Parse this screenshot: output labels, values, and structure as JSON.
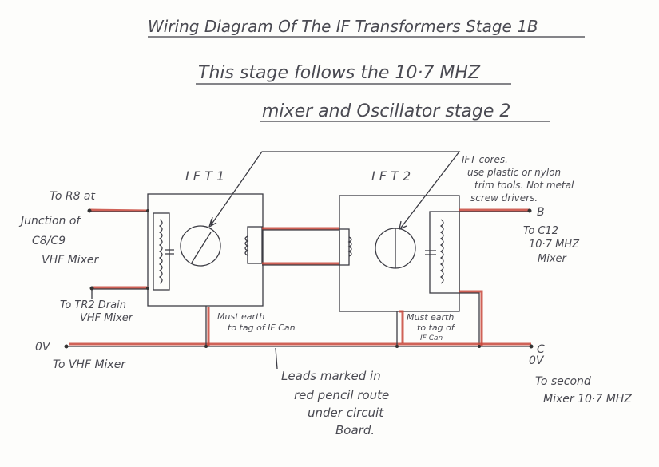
{
  "title": {
    "line1": "Wiring Diagram Of The IF Transformers Stage 1B",
    "line2": "This stage follows the 10·7 MHZ",
    "line3": "mixer and Oscillator stage 2"
  },
  "transformers": [
    {
      "label": "I F T 1"
    },
    {
      "label": "I F T 2"
    }
  ],
  "notes": {
    "ift_cores": [
      "IFT cores.",
      "use plastic or nylon",
      "trim tools. Not metal",
      "screw drivers."
    ],
    "earth1": [
      "Must earth",
      "to tag of IF Can"
    ],
    "earth2": [
      "Must earth",
      "to tag of",
      "IF Can"
    ],
    "leads": [
      "Leads marked in",
      "red pencil route",
      "under circuit",
      "Board."
    ]
  },
  "connections": {
    "left_top": [
      "To R8 at",
      "Junction of",
      "C8/C9",
      "VHF Mixer"
    ],
    "left_bottom": [
      "To TR2 Drain",
      "VHF Mixer"
    ],
    "left_ground": {
      "label": "0V",
      "dest": "To VHF Mixer"
    },
    "right_b": {
      "label": "B",
      "dest": [
        "To C12",
        "10·7 MHZ",
        "Mixer"
      ]
    },
    "right_c": {
      "label": "C",
      "volt": "0V",
      "dest": [
        "To second",
        "Mixer 10·7 MHZ"
      ]
    }
  },
  "colors": {
    "red_lead": "#c8463a",
    "ink": "#3c3c44"
  }
}
